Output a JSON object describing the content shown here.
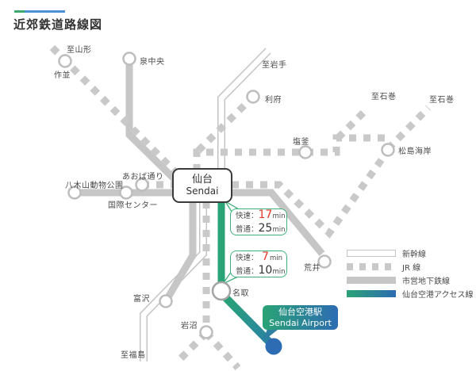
{
  "title": {
    "text": "近郊鉄道路線図"
  },
  "sendai": {
    "ja": "仙台",
    "en": "Sendai"
  },
  "stations": {
    "yamagata": "至山形",
    "sakunami": "作並",
    "izumi_chuo": "泉中央",
    "iwate": "至岩手",
    "rifu": "利府",
    "ishinomaki_1": "至石巻",
    "ishinomaki_2": "至石巻",
    "shiogama": "塩釜",
    "matsushima_kaigan": "松島海岸",
    "aoba_dori": "あおば通り",
    "yagiyama_zoo": "八木山動物公園",
    "kokusai_center": "国際センター",
    "arai": "荒井",
    "tomizawa": "富沢",
    "natori": "名取",
    "iwanuma": "岩沼",
    "fukushima": "至福島"
  },
  "callouts": [
    {
      "rapid_label": "快速：",
      "rapid_min": "17",
      "rapid_unit": "min",
      "local_label": "普通：",
      "local_min": "25",
      "local_unit": "min"
    },
    {
      "rapid_label": "快速：",
      "rapid_min": "7",
      "rapid_unit": "min",
      "local_label": "普通：",
      "local_min": "10",
      "local_unit": "min"
    }
  ],
  "airport": {
    "ja": "仙台空港駅",
    "en": "Sendai Airport"
  },
  "legend": [
    {
      "label": "新幹線"
    },
    {
      "label": "JR 線"
    },
    {
      "label": "市営地下鉄線"
    },
    {
      "label": "仙台空港アクセス線"
    }
  ],
  "colors": {
    "access_green": "#2aa376",
    "access_blue": "#2d6cb2",
    "jr_gray": "#c9c9c9",
    "subway_gray": "#c6c6c6",
    "shinkansen_outline": "#c4c4c4",
    "callout_green": "#3eb27c",
    "rapid_red": "#e83828",
    "titlebar_green": "#3fa86c",
    "titlebar_blue": "#4a90d5"
  }
}
